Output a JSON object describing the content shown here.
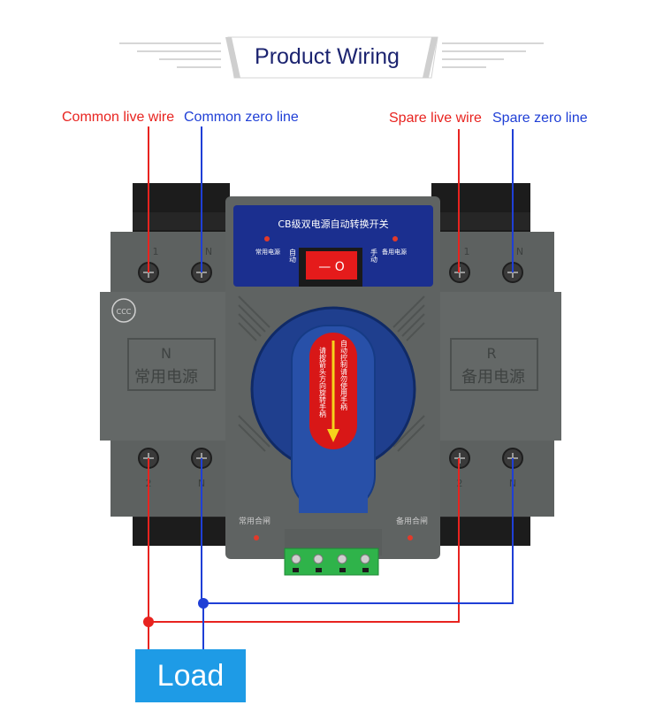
{
  "header": {
    "title": "Product Wiring"
  },
  "labels": {
    "common_live": "Common live wire",
    "common_zero": "Common zero line",
    "spare_live": "Spare live wire",
    "spare_zero": "Spare zero line"
  },
  "device": {
    "panel_title": "CB级双电源自动转换开关",
    "left_indicator": "常用电源",
    "right_indicator": "备用电源",
    "mode_auto": "自动",
    "mode_manual": "手动",
    "switch_symbols": "— O",
    "left_side_letter": "N",
    "left_side_text": "常用电源",
    "right_side_letter": "R",
    "right_side_text": "备用电源",
    "handle_text_left": "请按箭头方向旋转手柄",
    "handle_text_right": "自动控制请勿使用手柄",
    "bottom_left_label": "常用合闸",
    "bottom_right_label": "备用合闸",
    "terminal_top_left": [
      "1",
      "N"
    ],
    "terminal_top_right": [
      "1",
      "N"
    ],
    "terminal_bottom_left": [
      "2",
      "N"
    ],
    "terminal_bottom_right": [
      "2",
      "N"
    ],
    "cert_mark": "CCC"
  },
  "load": {
    "label": "Load"
  },
  "colors": {
    "live": "#e8231f",
    "zero": "#1f3fd6",
    "title": "#1c2470",
    "load_bg": "#1e9be6"
  }
}
